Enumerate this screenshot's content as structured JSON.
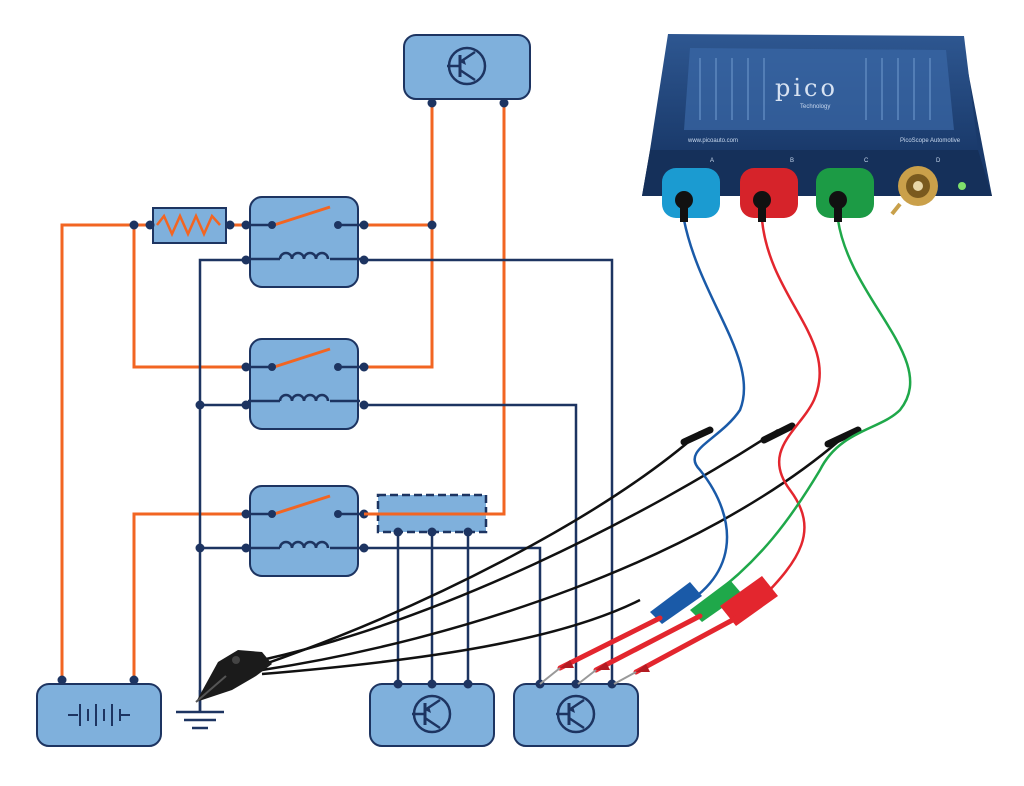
{
  "scope": {
    "brand": "pico",
    "tagline": "Technology",
    "url_text": "www.picoauto.com",
    "model_text": "PicoScope Automotive",
    "channel_letters": [
      "A",
      "B",
      "C",
      "D"
    ]
  },
  "colors": {
    "wire_power": "#f26522",
    "wire_signal": "#1d3461",
    "component_fill": "#7fb0dc",
    "probe_blue": "#1a5aa8",
    "probe_red": "#e3262e",
    "probe_green": "#1fa84a"
  },
  "components": [
    {
      "id": "transistor-top",
      "icon": "transistor-icon"
    },
    {
      "id": "resistor",
      "icon": "resistor-icon"
    },
    {
      "id": "relay-1",
      "icon": "relay-icon"
    },
    {
      "id": "relay-2",
      "icon": "relay-icon"
    },
    {
      "id": "relay-3",
      "icon": "relay-icon"
    },
    {
      "id": "connector-block",
      "icon": "connector-icon"
    },
    {
      "id": "battery",
      "icon": "battery-icon"
    },
    {
      "id": "ground",
      "icon": "ground-icon"
    },
    {
      "id": "transistor-bottom-left",
      "icon": "transistor-icon"
    },
    {
      "id": "transistor-bottom-right",
      "icon": "transistor-icon"
    }
  ]
}
